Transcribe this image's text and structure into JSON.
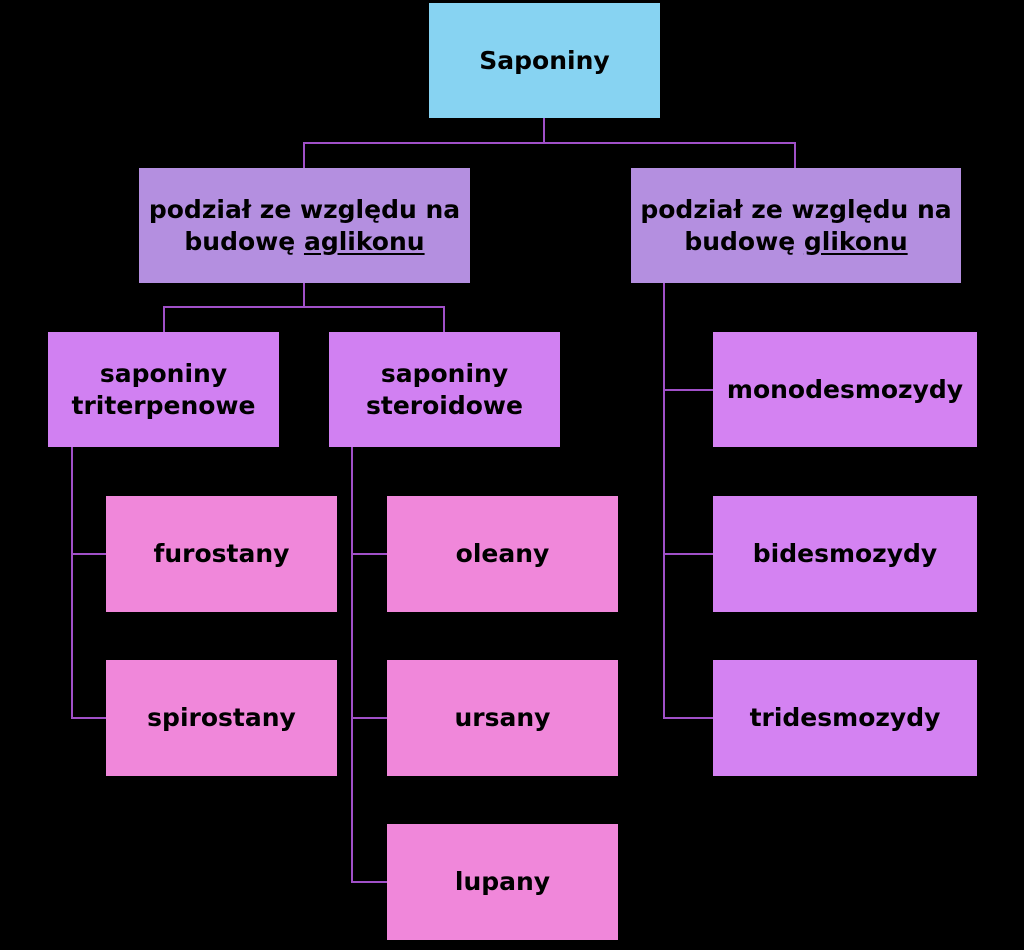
{
  "root": {
    "label": "Saponiny"
  },
  "aglikon": {
    "prefix": "podział ze względu na",
    "line2": "budowę",
    "emphasis": "aglikonu"
  },
  "glikon": {
    "prefix": "podział ze względu na",
    "line2": "budowę",
    "emphasis": "glikonu"
  },
  "triterpenowe": {
    "line1": "saponiny",
    "line2": "triterpenowe"
  },
  "steroidowe": {
    "line1": "saponiny",
    "line2": "steroidowe"
  },
  "triterpenowe_children": [
    "furostany",
    "spirostany"
  ],
  "steroidowe_children": [
    "oleany",
    "ursany",
    "lupany"
  ],
  "glikon_children": [
    "monodesmozydy",
    "bidesmozydy",
    "tridesmozydy"
  ],
  "colors": {
    "background": "#000000",
    "root": "#87d3f2",
    "level1": "#b48fe0",
    "level2": "#d180f2",
    "leaf_pink": "#f087da",
    "leaf_violet": "#d482f2",
    "connector": "#a050c8"
  }
}
